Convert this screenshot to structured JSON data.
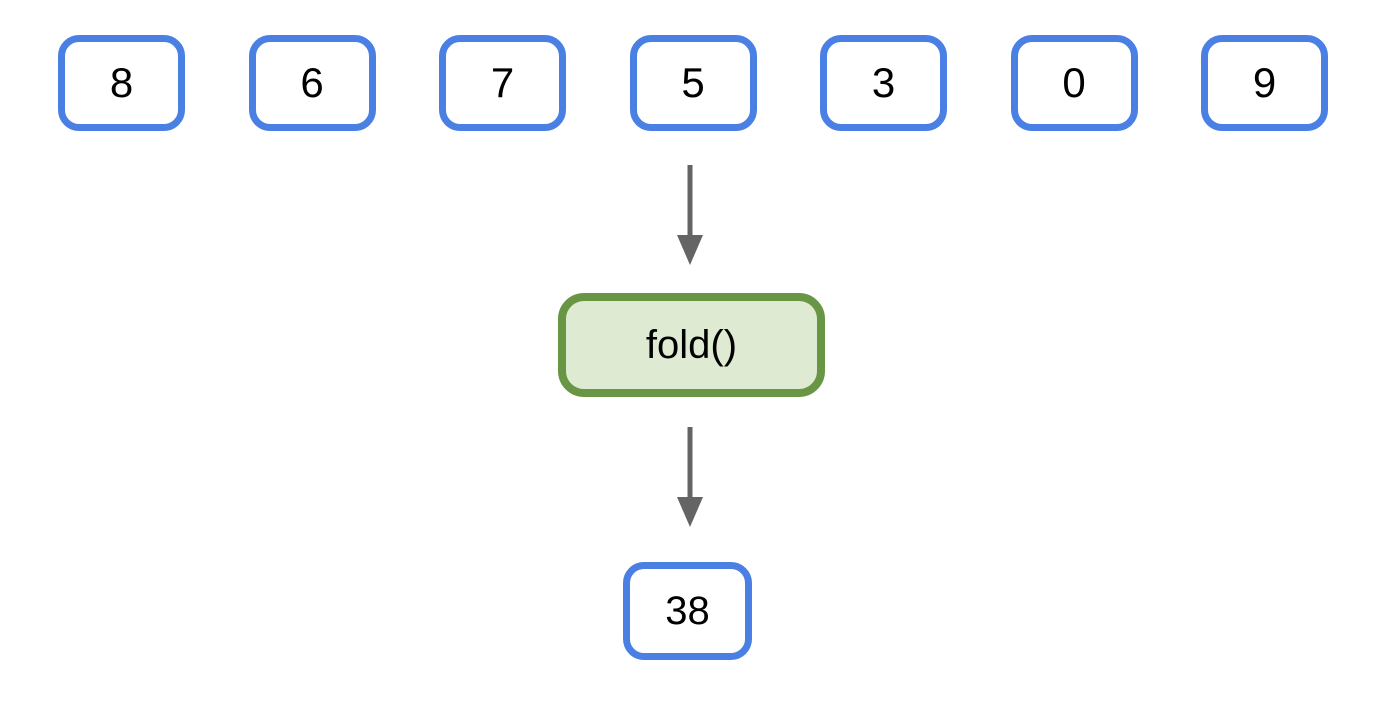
{
  "diagram": {
    "inputs": [
      "8",
      "6",
      "7",
      "5",
      "3",
      "0",
      "9"
    ],
    "operation": "fold()",
    "result": "38"
  },
  "colors": {
    "input_box_border": "#4A80E4",
    "box_fill": "#FFFFFF",
    "operation_box_border": "#699645",
    "operation_box_fill": "#DEEAD2",
    "arrow": "#646464",
    "text": "#000000",
    "background": "#FFFFFF"
  }
}
